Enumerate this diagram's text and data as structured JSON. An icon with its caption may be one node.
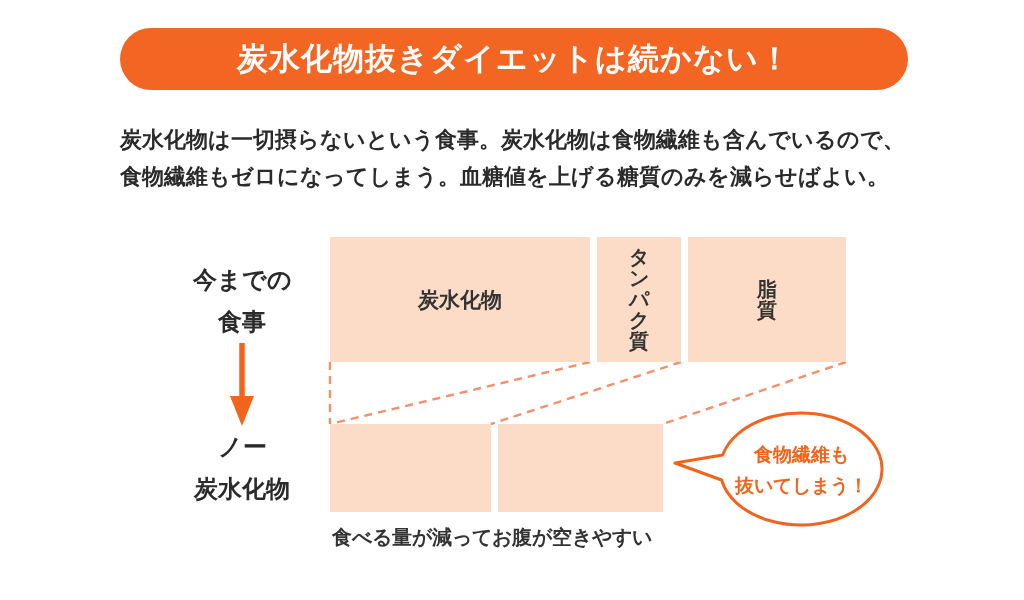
{
  "diagram": {
    "title": "炭水化物抜きダイエットは続かない！",
    "nodes": [
      {
        "text": [
          "今までの食事"
        ]
      },
      {
        "text": [
          "炭水化物"
        ]
      },
      {
        "text": [
          "タンパク質"
        ]
      },
      {
        "text": [
          "脂質"
        ]
      },
      {
        "text": [
          "ノー炭水化物"
        ]
      },
      {
        "text": [],
        "shape": "box"
      },
      {
        "text": [],
        "shape": "box"
      },
      {
        "text": [
          "食物繊維も抜いてしまう！"
        ]
      }
    ],
    "edges": [
      {
        "from": 0,
        "to": 4,
        "arrow": "to",
        "style": "thick",
        "color": "#f0641e"
      },
      {
        "from": 1,
        "to": 5,
        "arrow": "none",
        "style": "dashed"
      },
      {
        "from": 1,
        "to": 5,
        "arrow": "none",
        "style": "dashed"
      },
      {
        "from": 2,
        "to": 5,
        "arrow": "none",
        "style": "dashed"
      },
      {
        "from": 3,
        "to": 6,
        "arrow": "none",
        "style": "dashed"
      }
    ],
    "labels": [
      "炭水化物は一切摂らないという食事。炭水化物は食物繊維も含んでいるので、食物繊維もゼロになってしまう。血糖値を上げる糖質のみを減らせばよい。",
      "食べる量が減ってお腹が空きやすい"
    ]
  }
}
